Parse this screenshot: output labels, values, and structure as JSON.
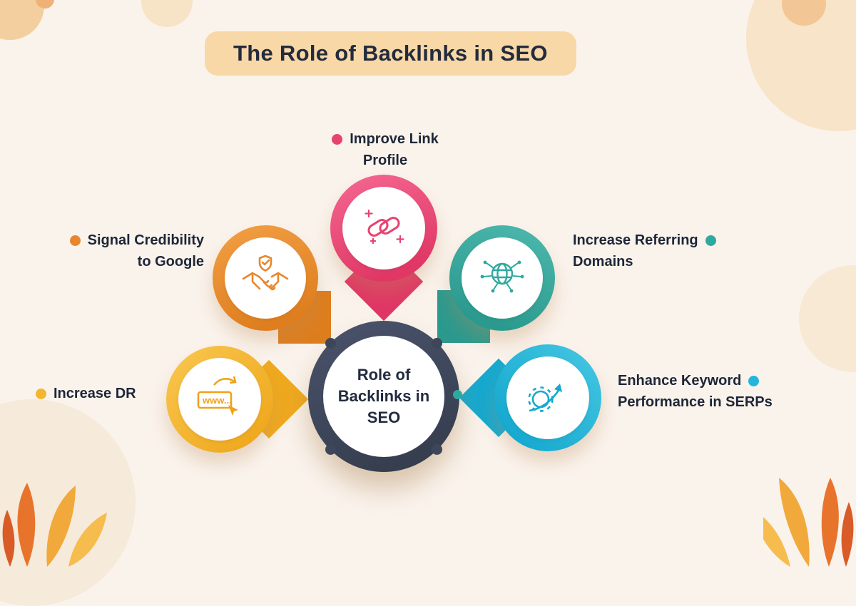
{
  "title": "The Role of Backlinks in SEO",
  "center": {
    "line1": "Role of",
    "line2": "Backlinks in",
    "line3": "SEO"
  },
  "nodes": [
    {
      "id": "improve-link-profile",
      "label_line1": "Improve Link",
      "label_line2": "Profile",
      "color": "#E8436F",
      "icon": "chain-link-icon"
    },
    {
      "id": "signal-credibility-to-google",
      "label_line1": "Signal Credibility",
      "label_line2": "to Google",
      "color": "#E8862D",
      "icon": "handshake-icon"
    },
    {
      "id": "increase-referring-domains",
      "label_line1": "Increase Referring",
      "label_line2": "Domains",
      "color": "#2FA99E",
      "icon": "globe-network-icon"
    },
    {
      "id": "increase-dr",
      "label_line1": "Increase DR",
      "color": "#F5B52F",
      "icon": "www-browser-icon",
      "icon_text": "www..."
    },
    {
      "id": "enhance-keyword-performance",
      "label_line1": "Enhance Keyword",
      "label_line2": "Performance in SERPs",
      "color": "#23B6DA",
      "icon": "gear-arrow-icon"
    }
  ],
  "colors": {
    "background": "#FAF3EC",
    "title_pill": "#F8D8A6",
    "heading_text": "#232B3E",
    "label_text": "#1E2638",
    "center_ring": "#3E4659",
    "pink": "#E8436F",
    "orange": "#E8862D",
    "teal": "#2FA99E",
    "yellow": "#F5B52F",
    "cyan": "#23B6DA"
  }
}
